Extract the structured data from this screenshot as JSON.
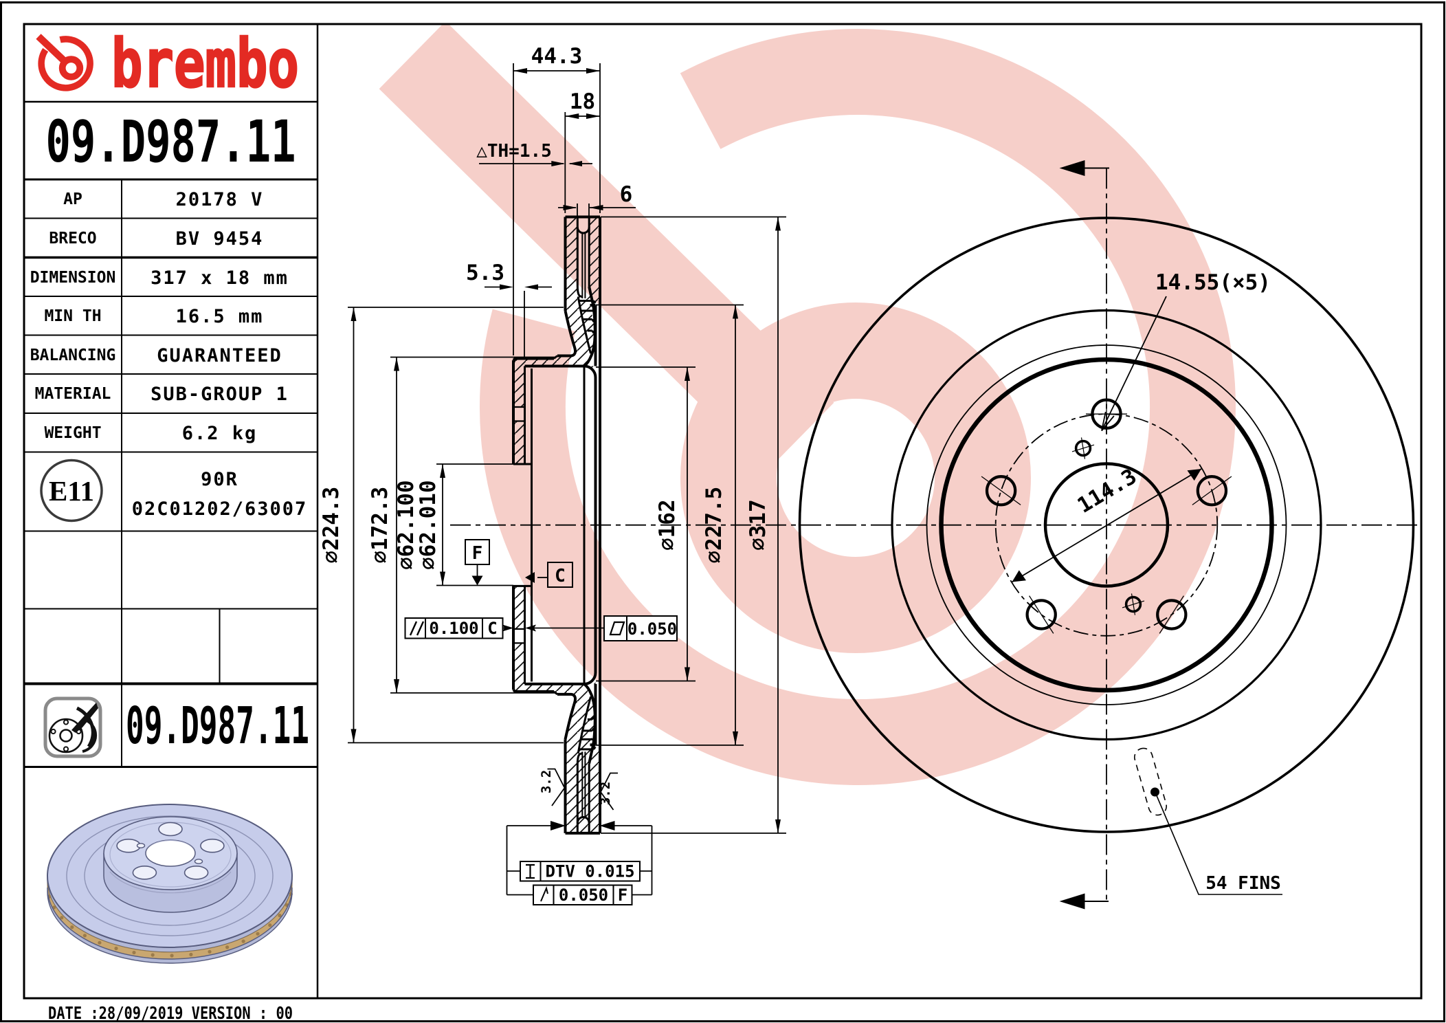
{
  "document": {
    "type": "brake-disc technical drawing",
    "brand": "brembo",
    "part_number": "09.D987.11"
  },
  "colors": {
    "brand_red": "#e32a23",
    "watermark_pink": "#f6cfc9",
    "line_black": "#000000",
    "render_face": "#c6ccea",
    "render_side": "#b2b8d6",
    "render_hat_top": "#cdd3ee",
    "render_hat_side": "#b9bfdf",
    "render_gold_band": "#c9a770",
    "render_edge": "#565b7d"
  },
  "left_panel": {
    "brand_wordmark": "brembo",
    "part_number": "09.D987.11",
    "rows": [
      {
        "label": "AP",
        "value": "20178 V"
      },
      {
        "label": "BRECO",
        "value": "BV 9454"
      },
      {
        "label": "DIMENSION",
        "value": "317 x 18 mm"
      },
      {
        "label": "MIN TH",
        "value": "16.5 mm"
      },
      {
        "label": "BALANCING",
        "value": "GUARANTEED"
      },
      {
        "label": "MATERIAL",
        "value": "SUB-GROUP 1"
      },
      {
        "label": "WEIGHT",
        "value": "6.2 kg"
      }
    ],
    "e11": {
      "badge": "E11",
      "line1": "90R",
      "line2": "02C01202/63007"
    },
    "icon_part_number": "09.D987.11",
    "footer": "DATE :28/09/2019 VERSION : 00"
  },
  "section_view": {
    "dim_total_width": "44.3",
    "dim_thickness": "18",
    "dim_th": "△TH=1.5",
    "dim_vent": "6",
    "dim_offset": "5.3",
    "dia_224": "∅224.3",
    "dia_172": "∅172.3",
    "dia_62_hi": "∅62.100",
    "dia_62_lo": "∅62.010",
    "dia_162": "∅162",
    "dia_227": "∅227.5",
    "dia_317": "∅317",
    "datum_f": "F",
    "datum_c": "C",
    "tol_parallel_value": "0.100",
    "tol_parallel_datum": "C",
    "tol_flat_value": "0.050",
    "tol_dtv": "DTV 0.015",
    "tol_runout_value": "0.050",
    "tol_runout_datum": "F",
    "roughness_left": "3.2",
    "roughness_right": "3.2"
  },
  "front_view": {
    "bolt_holes": "14.55(×5)",
    "bolt_circle": "114.3",
    "fins": "54 FINS"
  }
}
